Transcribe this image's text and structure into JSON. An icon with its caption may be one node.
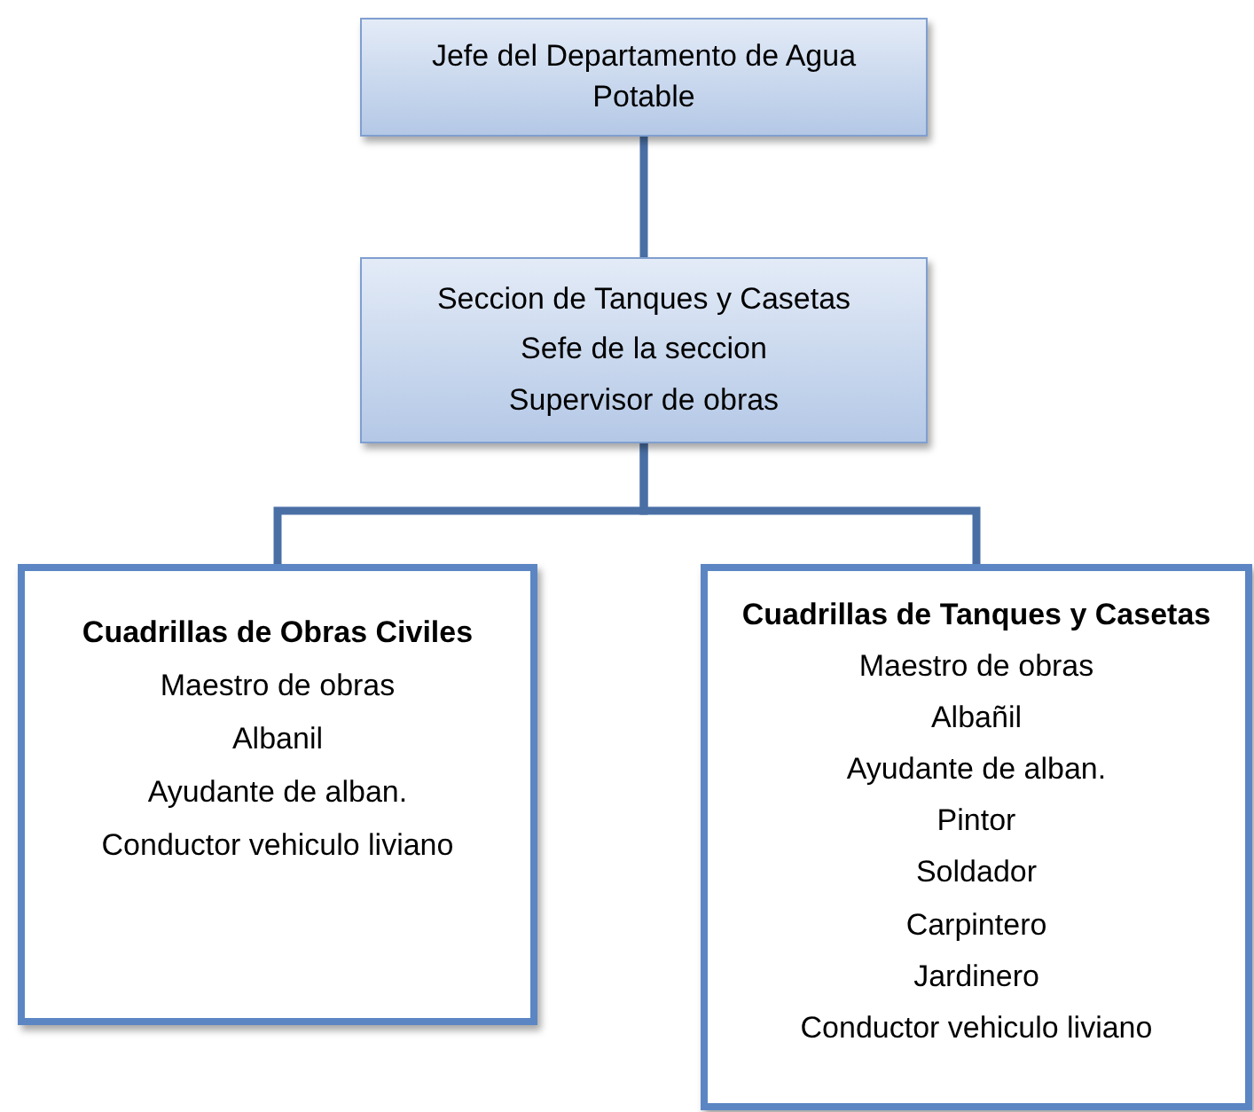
{
  "diagram": {
    "nodes": [
      {
        "text": [
          "Jefe del Departamento de Agua Potable"
        ]
      },
      {
        "text": [
          "Seccion de Tanques y Casetas",
          "Sefe de la seccion",
          "Supervisor de obras"
        ]
      },
      {
        "text": [
          "Cuadrillas de Obras Civiles",
          "Maestro de obras",
          "Albanil",
          "Ayudante de alban.",
          "Conductor vehiculo liviano"
        ]
      },
      {
        "text": [
          "Cuadrillas de Tanques y Casetas",
          "Maestro de obras",
          "Albañil",
          "Ayudante de alban.",
          "Pintor",
          "Soldador",
          "Carpintero",
          "Jardinero",
          "Conductor vehiculo liviano"
        ]
      }
    ],
    "edges": [
      {
        "from": 0,
        "to": 1,
        "arrow": "none"
      },
      {
        "from": 1,
        "to": 2,
        "arrow": "none"
      },
      {
        "from": 1,
        "to": 3,
        "arrow": "none"
      }
    ]
  }
}
